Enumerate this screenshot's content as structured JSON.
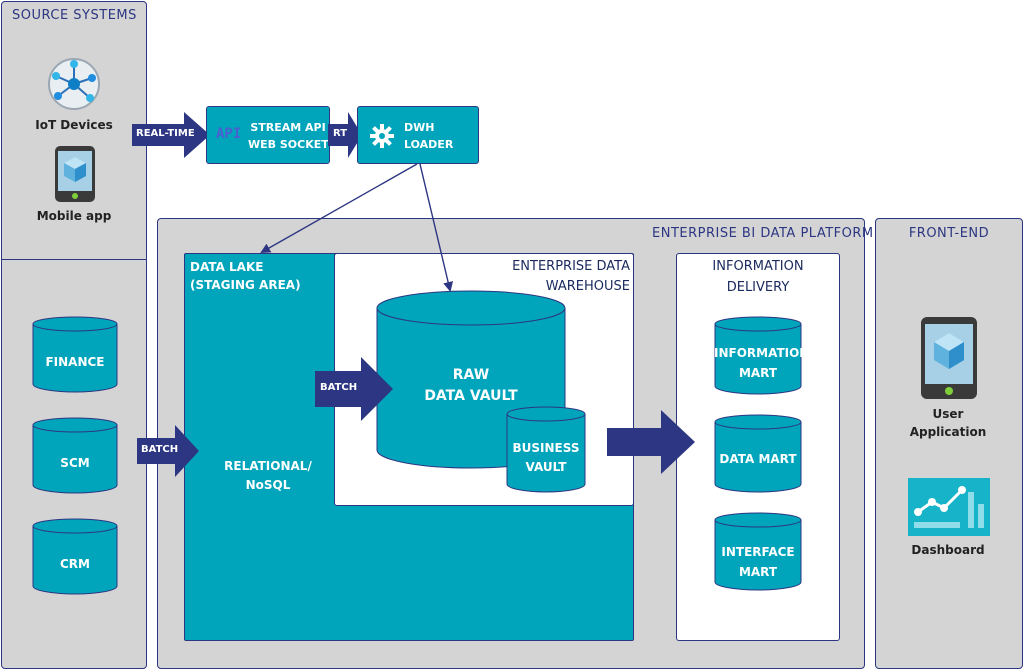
{
  "panels": {
    "source_systems": "SOURCE SYSTEMS",
    "enterprise_bi": "ENTERPRISE BI DATA PLATFORM",
    "front_end": "FRONT-END"
  },
  "sources": {
    "iot": "IoT Devices",
    "mobile": "Mobile app",
    "finance": "FINANCE",
    "scm": "SCM",
    "crm": "CRM"
  },
  "flow": {
    "realtime": "REAL-TIME",
    "api_glyph": "API",
    "stream_line1": "STREAM API",
    "stream_line2": "WEB SOCKET",
    "rt": "RT",
    "dwh_line1": "DWH",
    "dwh_line2": "LOADER",
    "batch_in": "BATCH",
    "batch_dwh": "BATCH"
  },
  "data_lake": {
    "title_line1": "DATA LAKE",
    "title_line2": "(STAGING AREA)",
    "body_line1": "RELATIONAL/",
    "body_line2": "NoSQL"
  },
  "edw": {
    "title_line1": "ENTERPRISE DATA",
    "title_line2": "WAREHOUSE",
    "raw_line1": "RAW",
    "raw_line2": "DATA VAULT",
    "biz_line1": "BUSINESS",
    "biz_line2": "VAULT"
  },
  "delivery": {
    "title_line1": "INFORMATION",
    "title_line2": "DELIVERY",
    "mart1_line1": "INFORMATION",
    "mart1_line2": "MART",
    "mart2": "DATA MART",
    "mart3_line1": "INTERFACE",
    "mart3_line2": "MART"
  },
  "frontend": {
    "user_line1": "User",
    "user_line2": "Application",
    "dashboard": "Dashboard"
  },
  "colors": {
    "teal": "#00a5bb",
    "navy": "#2c3682",
    "panel_gray": "#d4d4d4"
  }
}
